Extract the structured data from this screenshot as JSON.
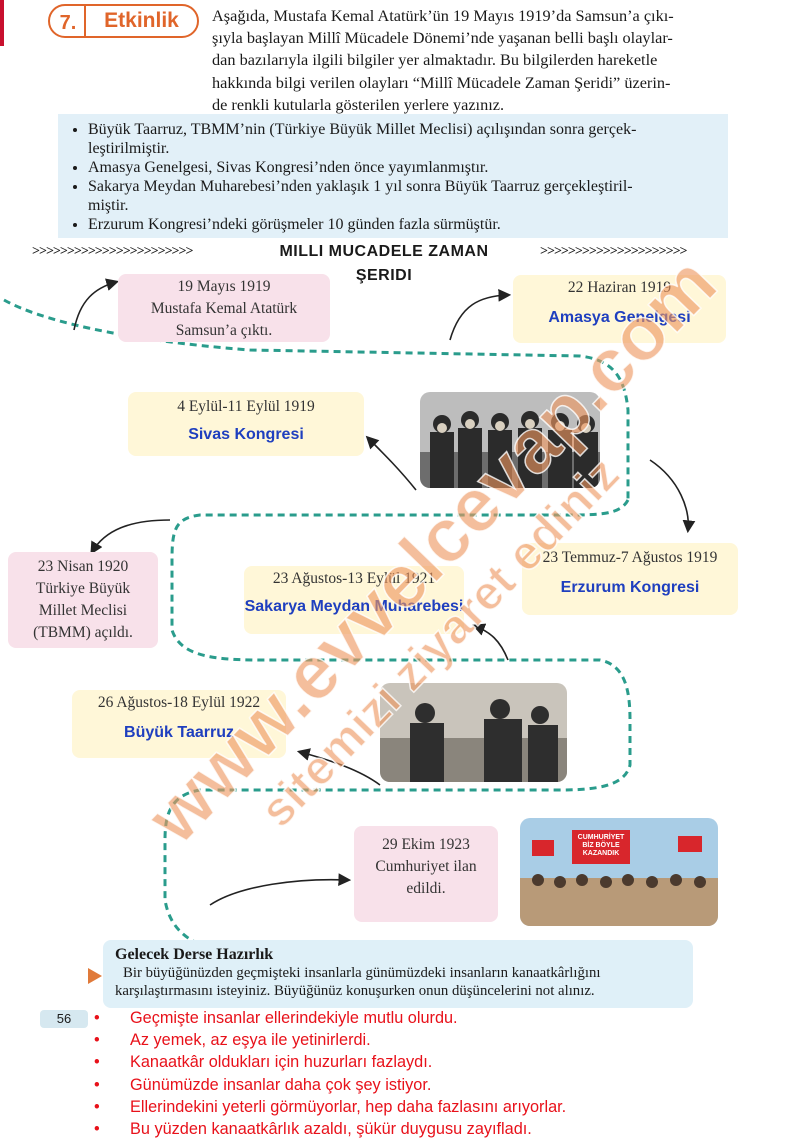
{
  "header": {
    "number": "7.",
    "label": "Etkinlik",
    "intro_lines": [
      "Aşağıda, Mustafa Kemal Atatürk’ün 19 Mayıs 1919’da Samsun’a çıkı-",
      "şıyla başlayan Millî Mücadele Dönemi’nde yaşanan belli başlı olaylar-",
      "dan bazılarıyla ilgili bilgiler yer almaktadır. Bu bilgilerden hareketle",
      "hakkında bilgi verilen olayları “Millî Mücadele Zaman Şeridi” üzerin-",
      "de renkli kutularla gösterilen yerlere yazınız."
    ]
  },
  "clues": [
    {
      "l1": "Büyük Taarruz, TBMM’nin (Türkiye Büyük Millet Meclisi) açılışından sonra gerçek-",
      "l2": "leştirilmiştir."
    },
    {
      "l1": "Amasya Genelgesi, Sivas Kongresi’nden önce yayımlanmıştır.",
      "l2": ""
    },
    {
      "l1": "Sakarya Meydan Muharebesi’nden yaklaşık 1 yıl sonra Büyük Taarruz gerçekleştiril-",
      "l2": "miştir."
    },
    {
      "l1": "Erzurum Kongresi’ndeki görüşmeler 10 günden fazla sürmüştür.",
      "l2": ""
    }
  ],
  "timeline": {
    "title": "MILLI MUCADELE ZAMAN ŞERIDI",
    "arrows_left": ">>>>>>>>>>>>>>>>>>>>>>>",
    "arrows_right": ">>>>>>>>>>>>>>>>>>>>>",
    "events": {
      "samsun": {
        "date": "19 Mayıs 1919",
        "line1": "Mustafa Kemal Atatürk",
        "line2": "Samsun’a çıktı."
      },
      "amasya": {
        "date": "22 Haziran 1919",
        "name": "Amasya Genelgesi"
      },
      "sivas": {
        "date": "4 Eylül-11 Eylül 1919",
        "name": "Sivas Kongresi"
      },
      "erzurum": {
        "date": "23 Temmuz-7 Ağustos 1919",
        "name": "Erzurum Kongresi"
      },
      "tbmm": {
        "line1": "23 Nisan 1920",
        "line2": "Türkiye Büyük",
        "line3": "Millet Meclisi",
        "line4": "(TBMM) açıldı."
      },
      "sakarya": {
        "date": "23 Ağustos-13 Eylül 1921",
        "name": "Sakarya Meydan Muharebesi"
      },
      "taarruz": {
        "date": "26 Ağustos-18 Eylül 1922",
        "name": "Büyük Taarruz"
      },
      "cumhuriyet": {
        "line1": "29 Ekim 1923",
        "line2": "Cumhuriyet ilan",
        "line3": "edildi."
      }
    },
    "photo_banner_text": "CUMHURİYET BİZ BÖYLE KAZANDIK"
  },
  "lesson": {
    "heading": "Gelecek Derse Hazırlık",
    "line1": "Bir büyüğünüzden geçmişteki insanlarla günümüzdeki insanların kanaatkârlığını",
    "line2": "karşılaştırmasını isteyiniz. Büyüğünüz konuşurken onun düşüncelerini not alınız."
  },
  "page_number": "56",
  "answers": [
    "Geçmişte insanlar ellerindekiyle mutlu olurdu.",
    "Az yemek, az eşya ile yetinirlerdi.",
    "Kanaatkâr oldukları için huzurları fazlaydı.",
    "Günümüzde insanlar daha çok şey istiyor.",
    "Ellerindekini yeterli görmüyorlar, hep daha fazlasını arıyorlar.",
    "Bu yüzden kanaatkârlık azaldı, şükür duygusu zayıfladı."
  ],
  "watermark": {
    "line1": "www.evvelcevap.com",
    "line2": "sitemizi ziyaret ediniz"
  },
  "colors": {
    "accent_orange": "#e0652a",
    "event_blue": "#1f3fbf",
    "dotted_teal": "#2a9c8c",
    "answer_red": "#e8111a"
  }
}
